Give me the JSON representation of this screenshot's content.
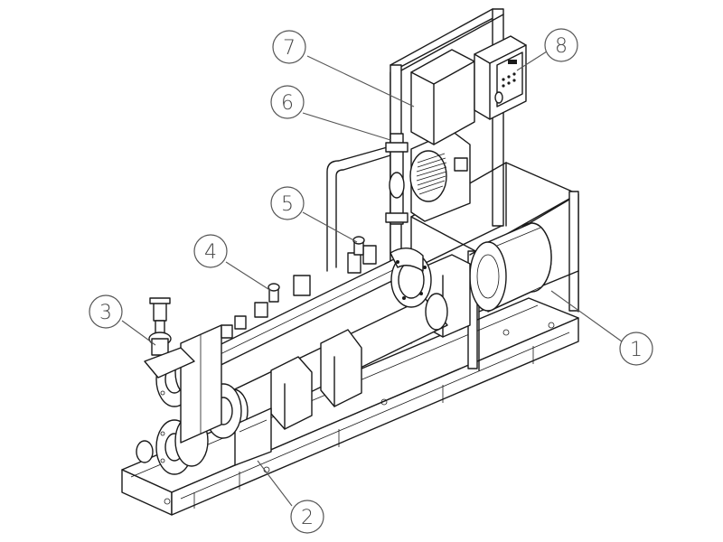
{
  "callouts": [
    {
      "label": "1"
    },
    {
      "label": "2"
    },
    {
      "label": "3"
    },
    {
      "label": "4"
    },
    {
      "label": "5"
    },
    {
      "label": "6"
    },
    {
      "label": "7"
    },
    {
      "label": "8"
    }
  ],
  "colors": {
    "line": "#1a1a1a",
    "leader": "#555555",
    "background": "#ffffff"
  }
}
